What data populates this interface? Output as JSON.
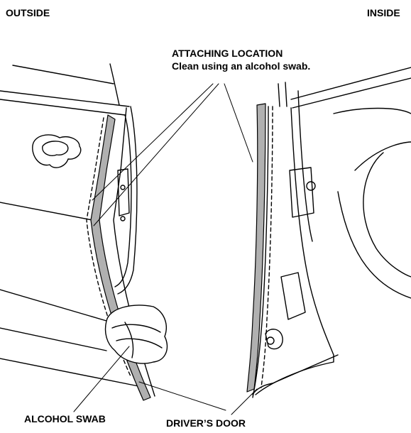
{
  "labels": {
    "outside": "OUTSIDE",
    "inside": "INSIDE",
    "attaching_location": "ATTACHING LOCATION",
    "clean_note": "Clean using an alcohol swab.",
    "alcohol_swab": "ALCOHOL SWAB",
    "drivers_door": "DRIVER’S DOOR"
  },
  "colors": {
    "line": "#000000",
    "seal": "#b0b0b0",
    "background": "#ffffff"
  }
}
